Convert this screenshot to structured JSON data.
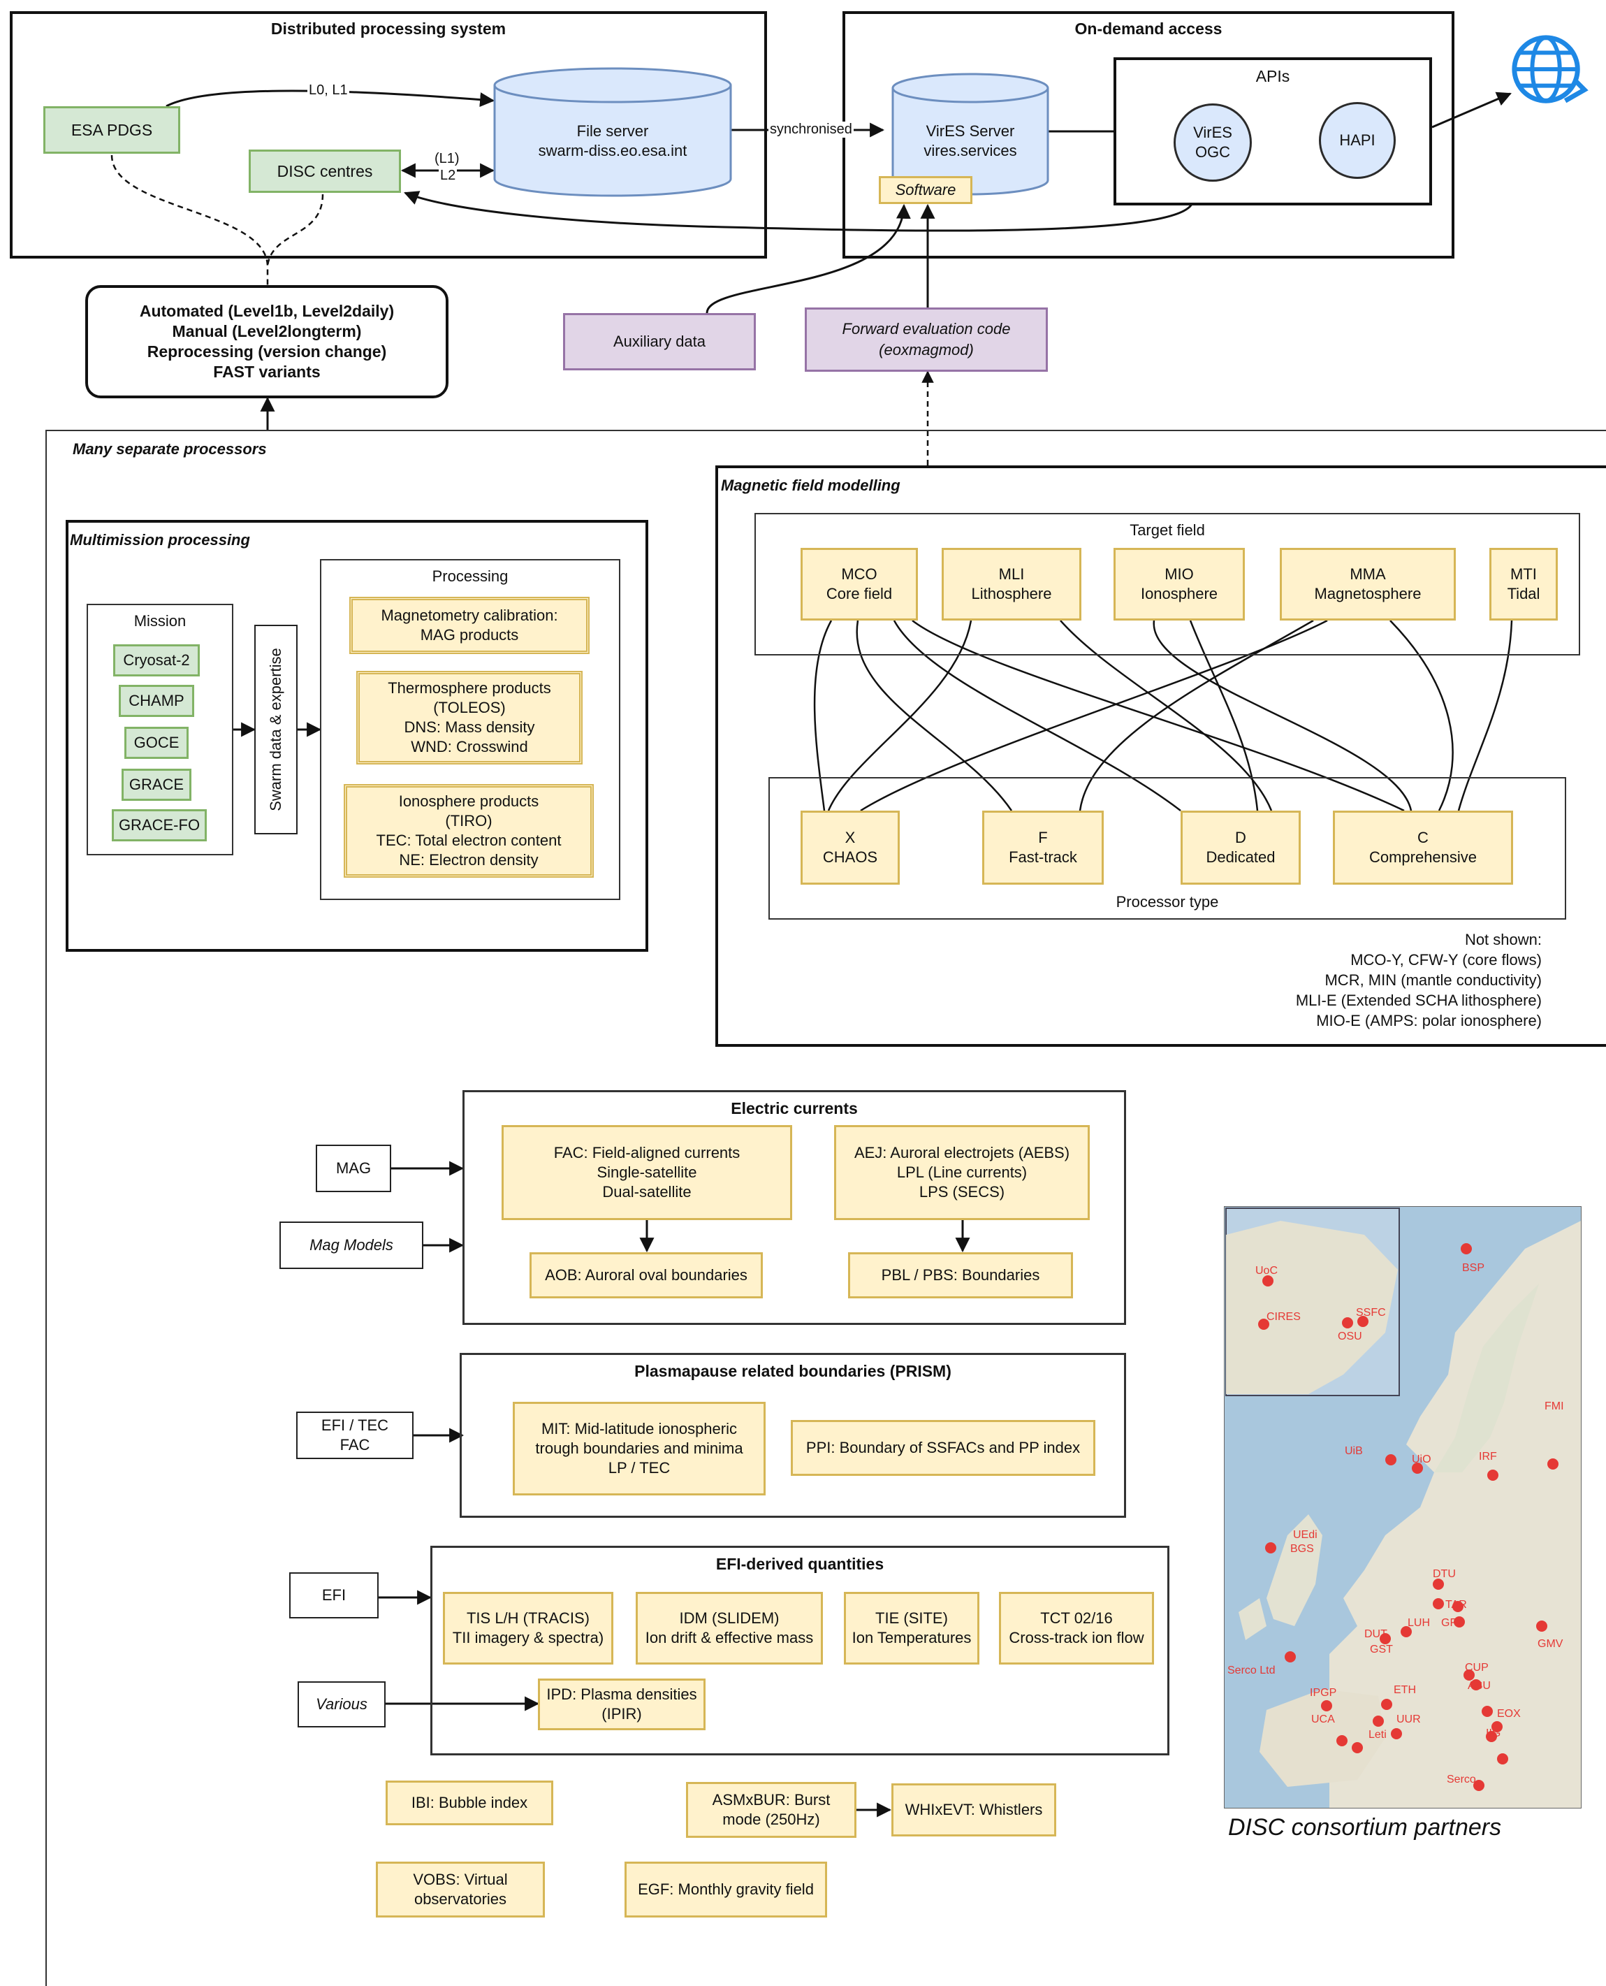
{
  "distributed": {
    "title": "Distributed processing system",
    "esa_pdgs": "ESA PDGS",
    "disc_centres": "DISC centres",
    "file_server_line1": "File server",
    "file_server_line2": "swarm-diss.eo.esa.int",
    "edge_l0l1": "L0, L1",
    "edge_l1": "(L1)",
    "edge_l2": "L2",
    "edge_sync": "synchronised"
  },
  "ondemand": {
    "title": "On-demand access",
    "vires_line1": "VirES Server",
    "vires_line2": "vires.services",
    "software": "Software",
    "apis_title": "APIs",
    "vires_ogc_line1": "VirES",
    "vires_ogc_line2": "OGC",
    "hapi": "HAPI"
  },
  "modes": {
    "line1": "Automated (Level1b, Level2daily)",
    "line2": "Manual (Level2longterm)",
    "line3": "Reprocessing (version change)",
    "line4": "FAST variants"
  },
  "aux": {
    "auxiliary": "Auxiliary data",
    "forward_line1": "Forward evaluation code",
    "forward_line2": "(eoxmagmod)"
  },
  "processors_title": "Many separate processors",
  "multimission": {
    "title": "Multimission processing",
    "mission_title": "Mission",
    "missions": [
      "Cryosat-2",
      "CHAMP",
      "GOCE",
      "GRACE",
      "GRACE-FO"
    ],
    "swarm_expertise": "Swarm data & expertise",
    "processing_title": "Processing",
    "mag_line1": "Magnetometry calibration:",
    "mag_line2": "MAG products",
    "thermo_line1": "Thermosphere products",
    "thermo_line2": "(TOLEOS)",
    "thermo_line3": "DNS: Mass density",
    "thermo_line4": "WND: Crosswind",
    "iono_line1": "Ionosphere products",
    "iono_line2": "(TIRO)",
    "iono_line3": "TEC: Total electron content",
    "iono_line4": "NE: Electron density"
  },
  "magmodel": {
    "title": "Magnetic field modelling",
    "target_title": "Target field",
    "targets": [
      {
        "code": "MCO",
        "name": "Core field"
      },
      {
        "code": "MLI",
        "name": "Lithosphere"
      },
      {
        "code": "MIO",
        "name": "Ionosphere"
      },
      {
        "code": "MMA",
        "name": "Magnetosphere"
      },
      {
        "code": "MTI",
        "name": "Tidal"
      }
    ],
    "processor_title": "Processor type",
    "processors": [
      {
        "code": "X",
        "name": "CHAOS"
      },
      {
        "code": "F",
        "name": "Fast-track"
      },
      {
        "code": "D",
        "name": "Dedicated"
      },
      {
        "code": "C",
        "name": "Comprehensive"
      }
    ],
    "not_shown": [
      "Not shown:",
      "MCO-Y, CFW-Y (core flows)",
      "MCR, MIN (mantle conductivity)",
      "MLI-E (Extended SCHA lithosphere)",
      "MIO-E (AMPS: polar ionosphere)"
    ]
  },
  "electric": {
    "title": "Electric currents",
    "input_mag": "MAG",
    "input_models": "Mag Models",
    "fac_line1": "FAC: Field-aligned currents",
    "fac_line2": "Single-satellite",
    "fac_line3": "Dual-satellite",
    "aej_line1": "AEJ: Auroral electrojets (AEBS)",
    "aej_line2": "LPL (Line currents)",
    "aej_line3": "LPS (SECS)",
    "aob": "AOB: Auroral oval boundaries",
    "pbl": "PBL / PBS: Boundaries"
  },
  "plasmapause": {
    "title": "Plasmapause related boundaries (PRISM)",
    "input_line1": "EFI / TEC",
    "input_line2": "FAC",
    "mit_line1": "MIT: Mid-latitude ionospheric",
    "mit_line2": "trough boundaries and minima",
    "mit_line3": "LP / TEC",
    "ppi": "PPI: Boundary of SSFACs and PP index"
  },
  "efi": {
    "title": "EFI-derived quantities",
    "input_efi": "EFI",
    "input_various": "Various",
    "tis_line1": "TIS L/H (TRACIS)",
    "tis_line2": "TII imagery & spectra)",
    "idm_line1": "IDM (SLIDEM)",
    "idm_line2": "Ion drift & effective mass",
    "tie_line1": "TIE (SITE)",
    "tie_line2": "Ion Temperatures",
    "tct_line1": "TCT 02/16",
    "tct_line2": "Cross-track ion flow",
    "ipd_line1": "IPD: Plasma densities",
    "ipd_line2": "(IPIR)"
  },
  "other": {
    "ibi": "IBI: Bubble index",
    "asm_line1": "ASMxBUR: Burst",
    "asm_line2": "mode (250Hz)",
    "whi": "WHIxEVT: Whistlers",
    "vobs_line1": "VOBS: Virtual",
    "vobs_line2": "observatories",
    "egf": "EGF: Monthly gravity field"
  },
  "map": {
    "caption": "DISC consortium partners",
    "partners": [
      "UoC",
      "CIRES",
      "OSU",
      "SSFC",
      "UiB",
      "UiO",
      "IRF",
      "FMI",
      "BSP",
      "UEdi",
      "BGS",
      "DTU",
      "TAR",
      "GFZ",
      "LUH",
      "DUT",
      "Serco Ltd",
      "IPGP",
      "UCA",
      "ETH",
      "Leti",
      "UUR",
      "CUP",
      "ASU",
      "EOX",
      "IIG",
      "GMV",
      "Serco",
      "GST"
    ]
  }
}
